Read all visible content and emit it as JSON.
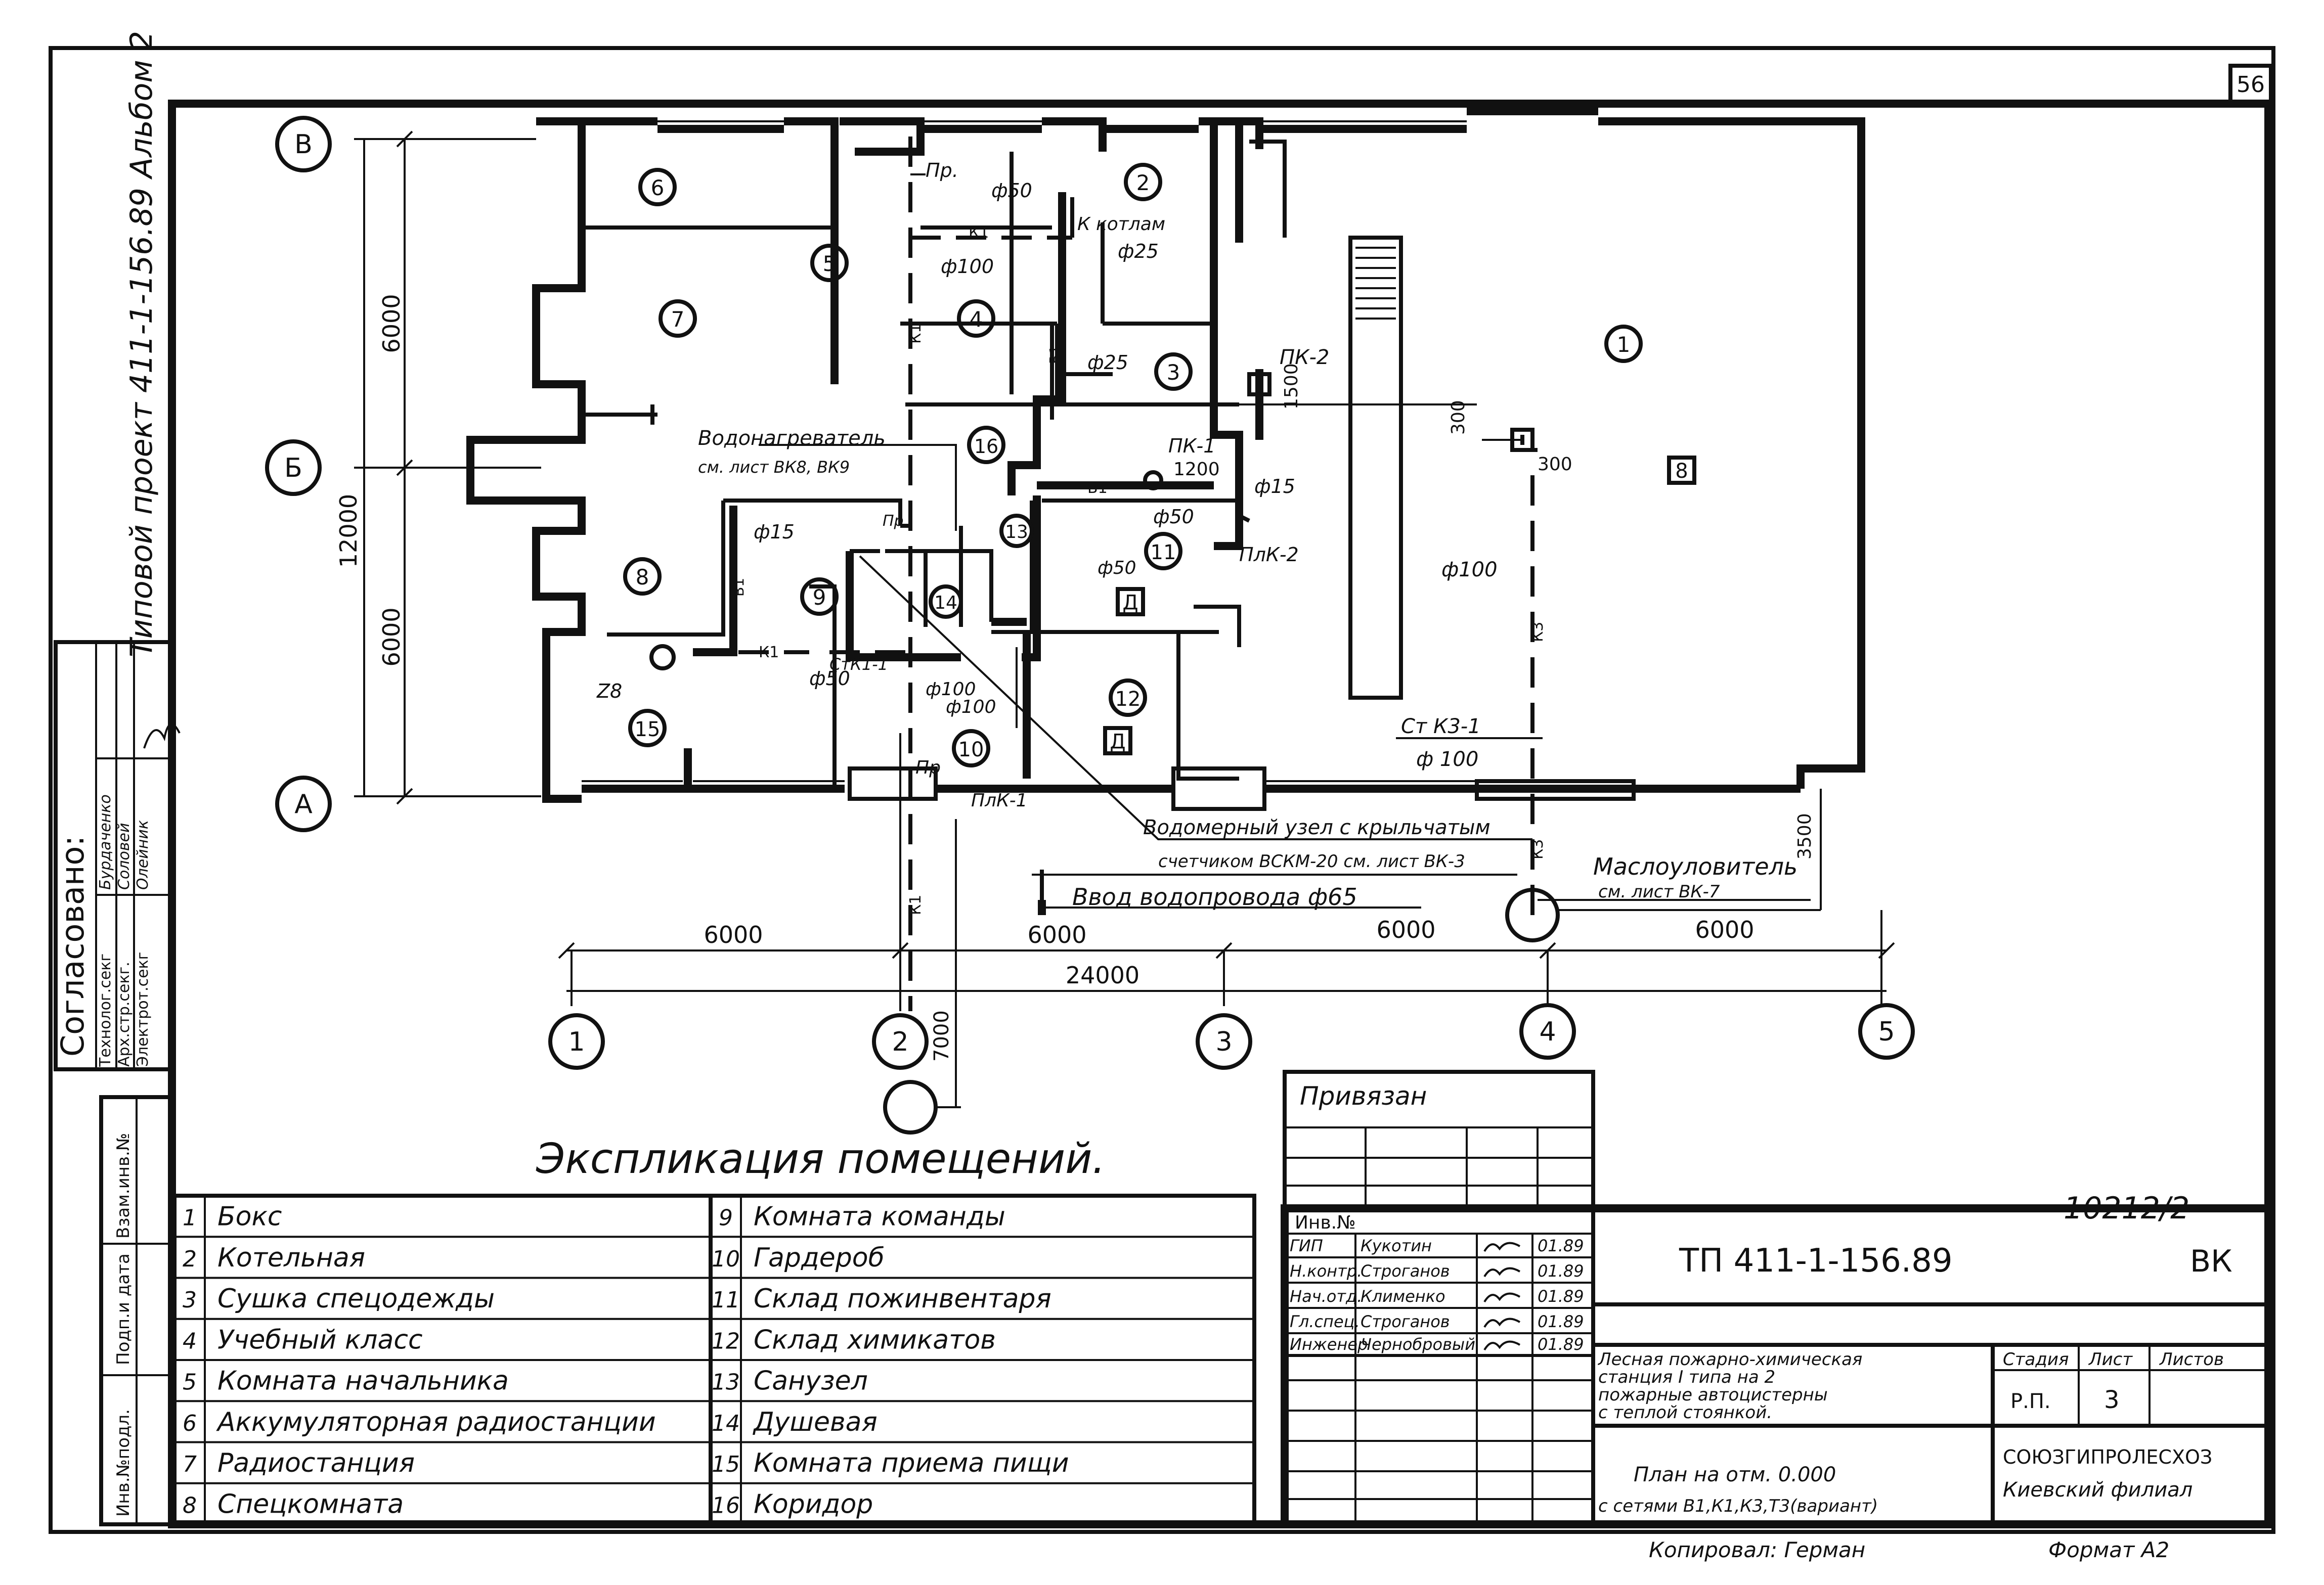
{
  "sheet": {
    "sheet_number": "56",
    "side_title": "Типовой проект 411-1-156.89   Альбом 2",
    "approvals_title": "Согласовано:",
    "approvals": [
      {
        "role": "Технолог.секг",
        "name": "Бурдаченко"
      },
      {
        "role": "Арх.стр.секг.",
        "name": "Соловей"
      },
      {
        "role": "Электрот.секг",
        "name": "Олейник"
      }
    ],
    "left_stamp_labels": [
      "Взам.инв.№",
      "Подп.и дата",
      "Инв.№подл."
    ],
    "copied_by": "Копировал: Герман",
    "format": "Формат А2",
    "archive_no": "10212/2"
  },
  "plan": {
    "axes_rows": [
      "В",
      "Б",
      "А"
    ],
    "axes_cols": [
      "1",
      "2",
      "3",
      "4",
      "5"
    ],
    "dims_vertical": [
      "6000",
      "6000",
      "12000"
    ],
    "dims_horizontal": [
      "6000",
      "6000",
      "6000",
      "6000"
    ],
    "dim_total": "24000",
    "dims_misc": [
      "1500",
      "300",
      "300",
      "1200",
      "3500",
      "7000"
    ],
    "room_numbers": [
      "1",
      "2",
      "3",
      "4",
      "5",
      "6",
      "7",
      "8",
      "9",
      "10",
      "11",
      "12",
      "13",
      "14",
      "15",
      "16"
    ],
    "tags": [
      "8",
      "Д",
      "Д"
    ],
    "labels": {
      "pr1": "Пр.",
      "pr2": "Пр",
      "pr3": "Пр",
      "k_kotlam": "К котлам",
      "d25a": "ф25",
      "d50a": "ф50",
      "d100a": "ф100",
      "d25b": "ф25",
      "heater": "Водонагреватель",
      "heater_ref": "см. лист ВК8, ВК9",
      "pk1": "ПК-1",
      "pk2": "ПК-2",
      "plk2": "ПлК-2",
      "plk1": "ПлК-1",
      "d15a": "ф15",
      "d15b": "ф15",
      "d50b": "ф50",
      "d50c": "ф50",
      "d50d": "ф50",
      "d100b": "ф100",
      "d100c": "ф100",
      "d100d": "ф100",
      "stk1": "СтК1-1",
      "stk31": "Ст К3-1",
      "d100e": "ф 100",
      "z8": "Z8",
      "meter": "Водомерный узел с крыльчатым",
      "meter2": "счетчиком ВСКМ-20 см. лист ВК-3",
      "inlet": "Ввод водопровода ф65",
      "oil": "Маслоуловитель",
      "oil_ref": "см. лист ВК-7",
      "pipe_k1": "К1",
      "pipe_b1": "В1",
      "pipe_k3": "К3"
    }
  },
  "explication": {
    "title": "Экспликация помещений.",
    "left": [
      {
        "n": "1",
        "name": "Бокс"
      },
      {
        "n": "2",
        "name": "Котельная"
      },
      {
        "n": "3",
        "name": "Сушка спецодежды"
      },
      {
        "n": "4",
        "name": "Учебный класс"
      },
      {
        "n": "5",
        "name": "Комната начальника"
      },
      {
        "n": "6",
        "name": "Аккумуляторная радиостанции"
      },
      {
        "n": "7",
        "name": "Радиостанция"
      },
      {
        "n": "8",
        "name": "Спецкомната"
      }
    ],
    "right": [
      {
        "n": "9",
        "name": "Комната команды"
      },
      {
        "n": "10",
        "name": "Гардероб"
      },
      {
        "n": "11",
        "name": "Склад пожинвентаря"
      },
      {
        "n": "12",
        "name": "Склад химикатов"
      },
      {
        "n": "13",
        "name": "Санузел"
      },
      {
        "n": "14",
        "name": "Душевая"
      },
      {
        "n": "15",
        "name": "Комната приема пищи"
      },
      {
        "n": "16",
        "name": "Коридор"
      }
    ]
  },
  "stamp": {
    "privyazan": "Привязан",
    "inv": "Инв.№",
    "signers": [
      {
        "role": "ГИП",
        "name": "Кукотин",
        "date": "01.89"
      },
      {
        "role": "Н.контр.",
        "name": "Строганов",
        "date": "01.89"
      },
      {
        "role": "Нач.отд.",
        "name": "Клименко",
        "date": "01.89"
      },
      {
        "role": "Гл.спец.",
        "name": "Строганов",
        "date": "01.89"
      },
      {
        "role": "Инженер",
        "name": "Чернобровый",
        "date": "01.89"
      }
    ],
    "doc_code": "ТП  411-1-156.89",
    "mark": "ВК",
    "object_title_1": "Лесная пожарно-химическая",
    "object_title_2": "станция I типа на 2",
    "object_title_3": "пожарные автоцистерны",
    "object_title_4": "с теплой стоянкой.",
    "sheet_title_1": "План   на отм. 0.000",
    "sheet_title_2": "с сетями  В1,К1,К3,Т3(вариант)",
    "stage_h": "Стадия",
    "sheet_h": "Лист",
    "sheets_h": "Листов",
    "stage": "Р.П.",
    "sheet_no": "3",
    "sheets": "",
    "org_1": "СОЮЗГИПРОЛЕСХОЗ",
    "org_2": "Киевский филиал"
  }
}
